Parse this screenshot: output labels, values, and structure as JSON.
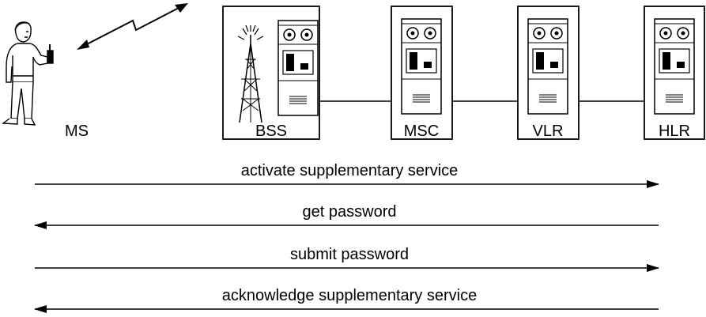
{
  "nodes": {
    "ms": "MS",
    "bss": "BSS",
    "msc": "MSC",
    "vlr": "VLR",
    "hlr": "HLR"
  },
  "messages": [
    {
      "label": "activate supplementary service",
      "direction": "right"
    },
    {
      "label": "get password",
      "direction": "left"
    },
    {
      "label": "submit password",
      "direction": "right"
    },
    {
      "label": "acknowledge supplementary service",
      "direction": "left"
    }
  ]
}
